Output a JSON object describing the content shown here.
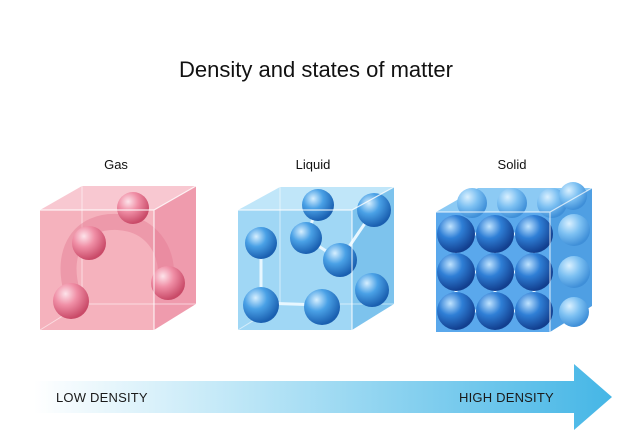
{
  "title": "Density and states of matter",
  "states": [
    {
      "label": "Gas"
    },
    {
      "label": "Liquid"
    },
    {
      "label": "Solid"
    }
  ],
  "density_scale": {
    "low": "LOW DENSITY",
    "high": "HIGH DENSITY"
  },
  "colors": {
    "gas_box": "#f4a7b4",
    "gas_particle": "#e86a86",
    "liquid_box": "#8fd0f3",
    "liquid_particle": "#2f86d8",
    "solid_box": "#5aa8ec",
    "solid_particle": "#1e5fb8",
    "arrow": "#5cc2ea"
  }
}
